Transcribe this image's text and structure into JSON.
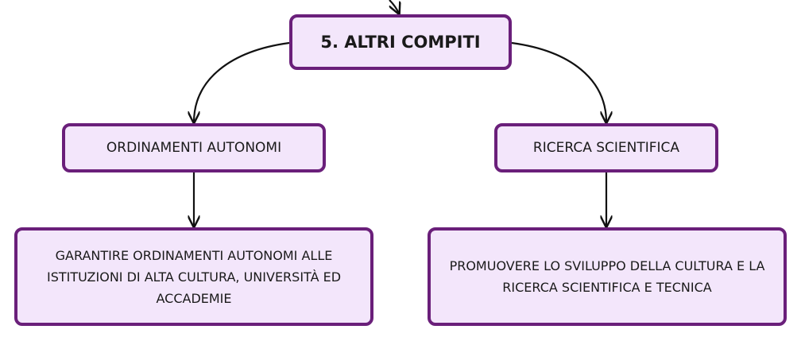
{
  "root": {
    "label": "5. ALTRI COMPITI"
  },
  "branches": [
    {
      "label": "ORDINAMENTI AUTONOMI",
      "detail": "GARANTIRE ORDINAMENTI AUTONOMI ALLE ISTITUZIONI DI ALTA CULTURA, UNIVERSITÀ ED ACCADEMIE"
    },
    {
      "label": "RICERCA SCIENTIFICA",
      "detail": "PROMUOVERE LO SVILUPPO DELLA CULTURA E LA RICERCA SCIENTIFICA E TECNICA"
    }
  ],
  "colors": {
    "border": "#6a1f7a",
    "fill": "#f3e6fb",
    "line": "#111111"
  }
}
